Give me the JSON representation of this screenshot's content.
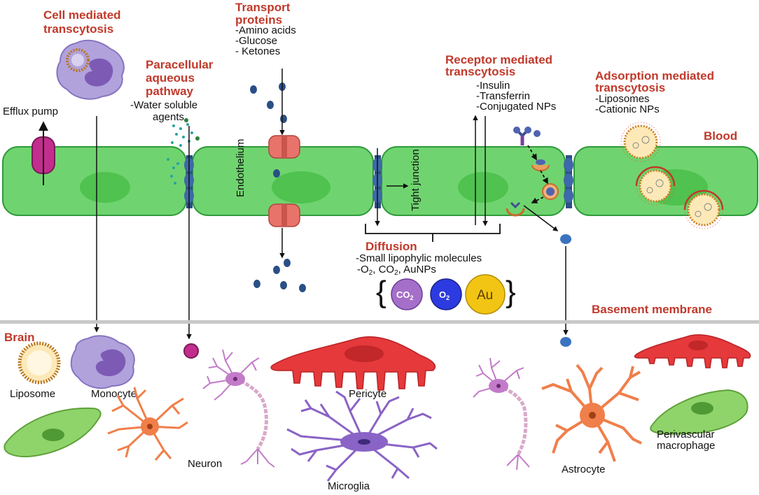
{
  "colors": {
    "heading": "#c0392b",
    "cell": "#6fd46f",
    "cell_stroke": "#2f9a3a",
    "nucleus": "#4fc24f",
    "channel": "#e8736b",
    "molecule": "#2a4f86",
    "membrane_line": "#c8c8c8",
    "pericyte": "#e5393b",
    "astrocyte": "#f07f4a",
    "neuron": "#c37bc9",
    "microglia": "#8a63c6",
    "monocyte": "#a996d6",
    "macrophage": "#8fd46a"
  },
  "cell_mediated": {
    "title_l1": "Cell mediated",
    "title_l2": "transcytosis"
  },
  "efflux": {
    "label": "Efflux pump"
  },
  "paracellular": {
    "title_l1": "Paracellular",
    "title_l2": "aqueous",
    "title_l3": "pathway",
    "body_l1": "-Water soluble",
    "body_l2": "agents"
  },
  "transport": {
    "title_l1": "Transport",
    "title_l2": "proteins",
    "items": [
      "-Amino acids",
      "-Glucose",
      "- Ketones"
    ]
  },
  "receptor": {
    "title_l1": "Receptor mediated",
    "title_l2": "transcytosis",
    "items": [
      "-Insulin",
      "-Transferrin",
      "-Conjugated NPs"
    ]
  },
  "adsorption": {
    "title_l1": "Adsorption mediated",
    "title_l2": "transcytosis",
    "items": [
      "-Liposomes",
      "-Cationic NPs"
    ]
  },
  "blood_label": "Blood",
  "endothelium_label": "Endothelium",
  "tight_junction_label": "Tight junction",
  "diffusion": {
    "title": "Diffusion",
    "body_l1": "-Small lipophylic molecules",
    "body_l2_prefix": "-O",
    "body_l2_sub1": "2",
    "body_l2_mid": ", CO",
    "body_l2_sub2": "2",
    "body_l2_suffix": ", AuNPs",
    "co2_main": "CO",
    "co2_sub": "2",
    "o2_main": "O",
    "o2_sub": "2",
    "au": "Au"
  },
  "basement_label": "Basement membrane",
  "brain_label": "Brain",
  "cells": {
    "liposome": "Liposome",
    "monocyte": "Monocyte",
    "pericyte": "Pericyte",
    "neuron": "Neuron",
    "microglia": "Microglia",
    "astrocyte": "Astrocyte",
    "macrophage_l1": "Perivascular",
    "macrophage_l2": "macrophage"
  }
}
